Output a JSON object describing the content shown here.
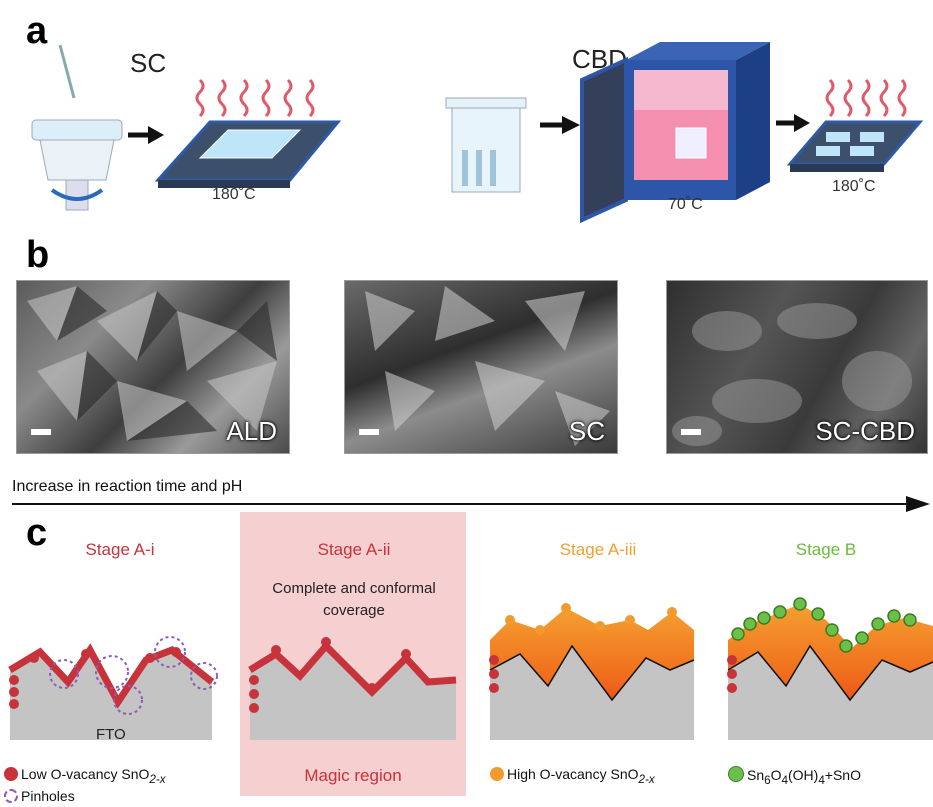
{
  "panels": {
    "a": "a",
    "b": "b",
    "c": "c"
  },
  "panel_a": {
    "sc_label": "SC",
    "cbd_label": "CBD",
    "sc_temp": "180˚C",
    "cbd_temp_oven": "70˚C",
    "cbd_temp_plate": "180˚C"
  },
  "panel_b": {
    "images": [
      {
        "label": "ALD"
      },
      {
        "label": "SC"
      },
      {
        "label": "SC-CBD"
      }
    ],
    "arrow_label": "Increase in reaction time and pH"
  },
  "panel_c": {
    "stages": [
      {
        "title": "Stage A-i",
        "color": "#c8323a"
      },
      {
        "title": "Stage A-ii",
        "color": "#c8323a"
      },
      {
        "title": "Stage A-iii",
        "color": "#f0a030"
      },
      {
        "title": "Stage B",
        "color": "#6cbb3c"
      }
    ],
    "coverage_note": "Complete and conformal coverage",
    "substrate_label": "FTO",
    "magic_region": "Magic region",
    "legend": {
      "low_ov": "Low O-vacancy SnO",
      "low_ov_sub": "2-x",
      "pinholes": "Pinholes",
      "high_ov": "High O-vacancy SnO",
      "high_ov_sub": "2-x",
      "sn6_a": "Sn",
      "sn6_b": "6",
      "sn6_c": "O",
      "sn6_d": "4",
      "sn6_e": "(OH)",
      "sn6_f": "4",
      "sn6_g": "+SnO"
    },
    "colors": {
      "low_ov": "#c8323a",
      "high_ov": "#f29a2e",
      "green": "#6cc04a",
      "pinhole": "#8e5bb5",
      "fto": "#c4c4c4",
      "magic_bg": "#f6cfd0"
    }
  }
}
